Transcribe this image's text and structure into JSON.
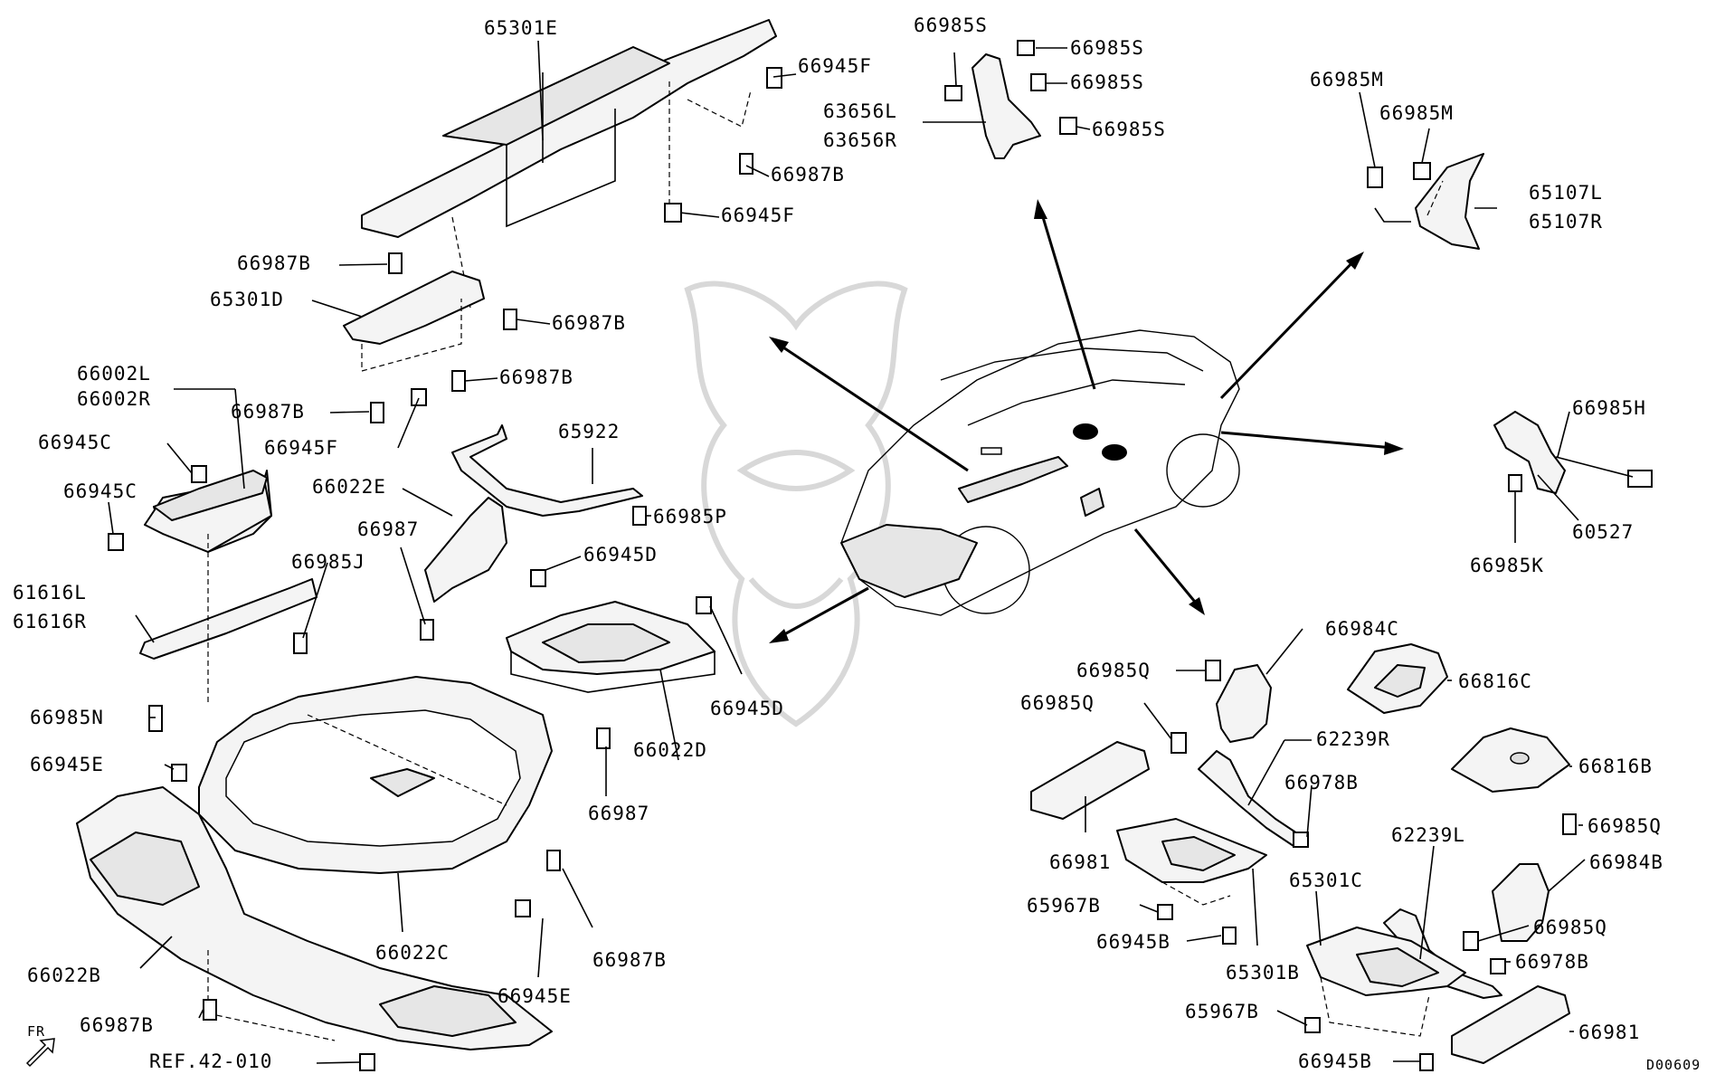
{
  "diagram": {
    "footer_code": "D00609",
    "direction_label": "FR",
    "reference_label": "REF.42-010"
  },
  "callouts": [
    {
      "id": "c1",
      "text": "65301E"
    },
    {
      "id": "c2",
      "text": "66945F"
    },
    {
      "id": "c3",
      "text": "66987B"
    },
    {
      "id": "c4",
      "text": "66945F"
    },
    {
      "id": "c5",
      "text": "66987B"
    },
    {
      "id": "c6",
      "text": "65301D"
    },
    {
      "id": "c7",
      "text": "66987B"
    },
    {
      "id": "c8",
      "text": "66987B"
    },
    {
      "id": "c9",
      "text": "66987B"
    },
    {
      "id": "c10",
      "text": "66945F"
    },
    {
      "id": "c11",
      "text": "66002L"
    },
    {
      "id": "c12",
      "text": "66002R"
    },
    {
      "id": "c13",
      "text": "66945C"
    },
    {
      "id": "c14",
      "text": "66945C"
    },
    {
      "id": "c15",
      "text": "65922"
    },
    {
      "id": "c16",
      "text": "66022E"
    },
    {
      "id": "c17",
      "text": "66985P"
    },
    {
      "id": "c18",
      "text": "66987"
    },
    {
      "id": "c19",
      "text": "66945D"
    },
    {
      "id": "c20",
      "text": "66985J"
    },
    {
      "id": "c21",
      "text": "61616L"
    },
    {
      "id": "c22",
      "text": "61616R"
    },
    {
      "id": "c23",
      "text": "66985N"
    },
    {
      "id": "c24",
      "text": "66945E"
    },
    {
      "id": "c25",
      "text": "66945D"
    },
    {
      "id": "c26",
      "text": "66022D"
    },
    {
      "id": "c27",
      "text": "66987"
    },
    {
      "id": "c28",
      "text": "66987B"
    },
    {
      "id": "c29",
      "text": "66022C"
    },
    {
      "id": "c30",
      "text": "66945E"
    },
    {
      "id": "c31",
      "text": "66022B"
    },
    {
      "id": "c32",
      "text": "66987B"
    },
    {
      "id": "c33",
      "text": "66985S"
    },
    {
      "id": "c34",
      "text": "66985S"
    },
    {
      "id": "c35",
      "text": "66985S"
    },
    {
      "id": "c36",
      "text": "66985S"
    },
    {
      "id": "c37",
      "text": "63656L"
    },
    {
      "id": "c38",
      "text": "63656R"
    },
    {
      "id": "c39",
      "text": "66985M"
    },
    {
      "id": "c40",
      "text": "66985M"
    },
    {
      "id": "c41",
      "text": "65107L"
    },
    {
      "id": "c42",
      "text": "65107R"
    },
    {
      "id": "c43",
      "text": "66985H"
    },
    {
      "id": "c44",
      "text": "60527"
    },
    {
      "id": "c45",
      "text": "66985K"
    },
    {
      "id": "c46",
      "text": "66984C"
    },
    {
      "id": "c47",
      "text": "66985Q"
    },
    {
      "id": "c48",
      "text": "66816C"
    },
    {
      "id": "c49",
      "text": "66985Q"
    },
    {
      "id": "c50",
      "text": "62239R"
    },
    {
      "id": "c51",
      "text": "66816B"
    },
    {
      "id": "c52",
      "text": "66978B"
    },
    {
      "id": "c53",
      "text": "66981"
    },
    {
      "id": "c54",
      "text": "62239L"
    },
    {
      "id": "c55",
      "text": "66985Q"
    },
    {
      "id": "c56",
      "text": "66984B"
    },
    {
      "id": "c57",
      "text": "65967B"
    },
    {
      "id": "c58",
      "text": "65301C"
    },
    {
      "id": "c59",
      "text": "66985Q"
    },
    {
      "id": "c60",
      "text": "66945B"
    },
    {
      "id": "c61",
      "text": "65301B"
    },
    {
      "id": "c62",
      "text": "66978B"
    },
    {
      "id": "c63",
      "text": "65967B"
    },
    {
      "id": "c64",
      "text": "66981"
    },
    {
      "id": "c65",
      "text": "66945B"
    }
  ]
}
